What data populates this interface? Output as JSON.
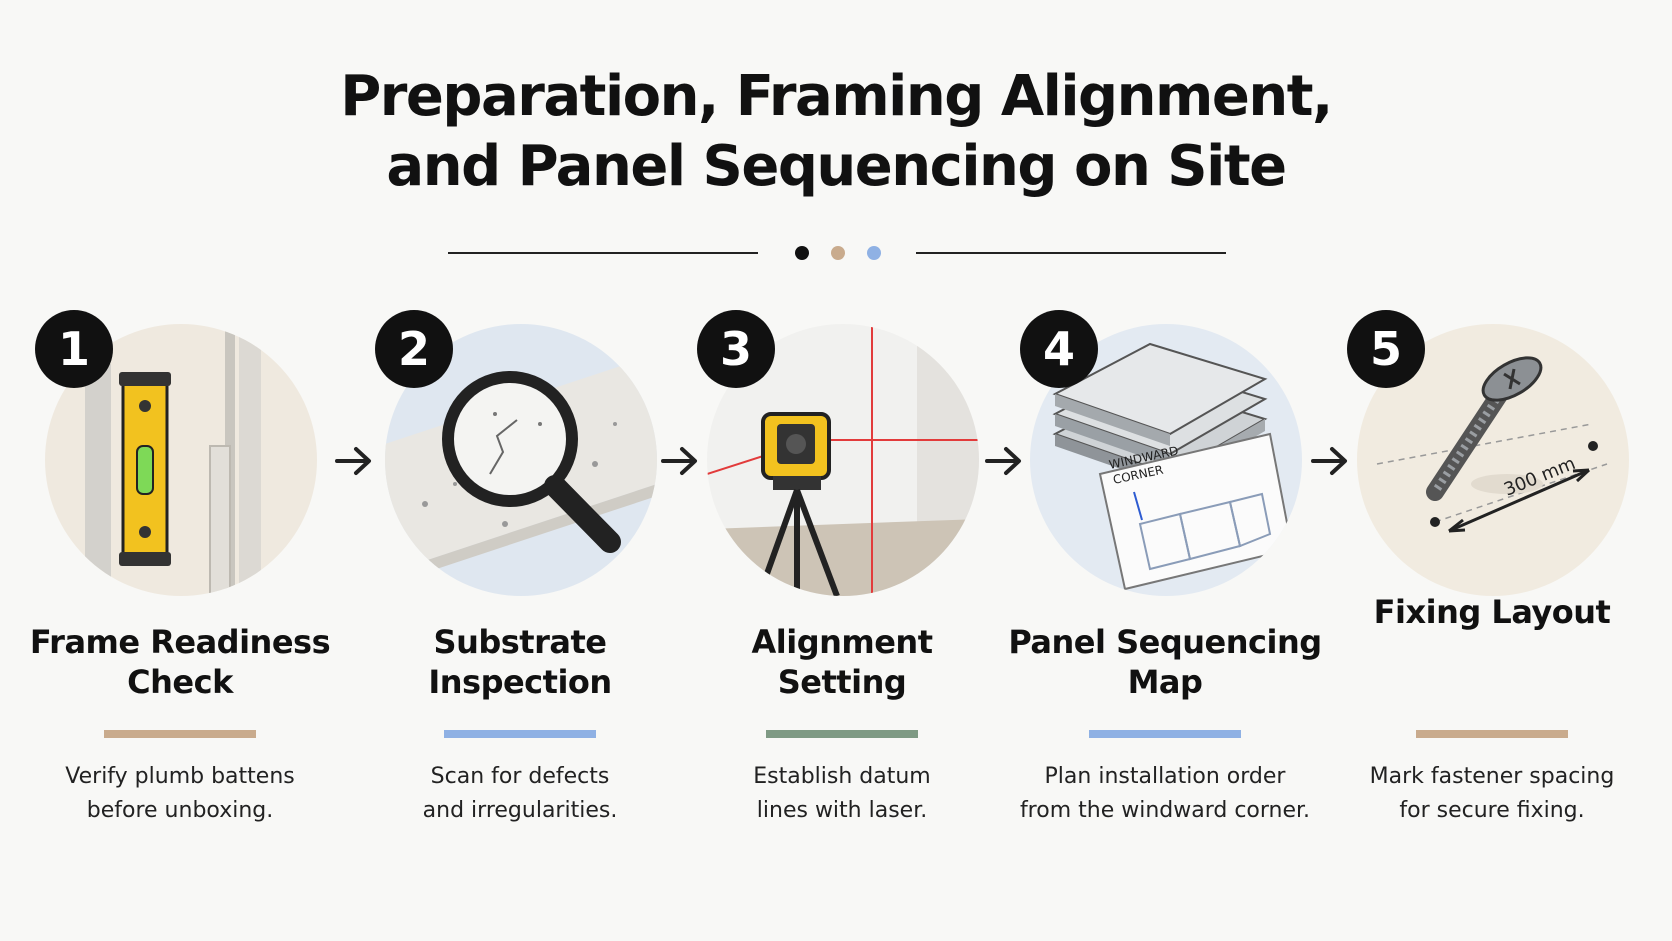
{
  "title_line1": "Preparation, Framing Alignment,",
  "title_line2": "and Panel Sequencing on Site",
  "colors": {
    "dot_dark": "#111111",
    "dot_tan": "#c9ab8d",
    "dot_blue": "#8fb1e4",
    "bar_tan": "#c9ab8d",
    "bar_blue": "#8fb1e4",
    "bar_green": "#7f9a84"
  },
  "steps": [
    {
      "number": "1",
      "title_line1": "Frame Readiness",
      "title_line2": "Check",
      "desc_line1": "Verify plumb battens",
      "desc_line2": "before unboxing.",
      "icon": "spirit-level-icon",
      "bar_color": "#c9ab8d"
    },
    {
      "number": "2",
      "title_line1": "Substrate",
      "title_line2": "Inspection",
      "desc_line1": "Scan for defects",
      "desc_line2": "and irregularities.",
      "icon": "magnifying-glass-icon",
      "bar_color": "#8fb1e4"
    },
    {
      "number": "3",
      "title_line1": "Alignment",
      "title_line2": "Setting",
      "desc_line1": "Establish datum",
      "desc_line2": "lines with laser.",
      "icon": "laser-level-icon",
      "bar_color": "#7f9a84"
    },
    {
      "number": "4",
      "title_line1": "Panel Sequencing",
      "title_line2": "Map",
      "desc_line1": "Plan installation order",
      "desc_line2": "from the windward corner.",
      "icon": "panel-stack-map-icon",
      "bar_color": "#8fb1e4",
      "map_label_line1": "WINDWARD",
      "map_label_line2": "CORNER"
    },
    {
      "number": "5",
      "title_line1": "Fixing Layout",
      "title_line2": "",
      "desc_line1": "Mark fastener spacing",
      "desc_line2": "for secure fixing.",
      "icon": "screw-icon",
      "bar_color": "#c9ab8d",
      "dimension_label": "300 mm"
    }
  ]
}
